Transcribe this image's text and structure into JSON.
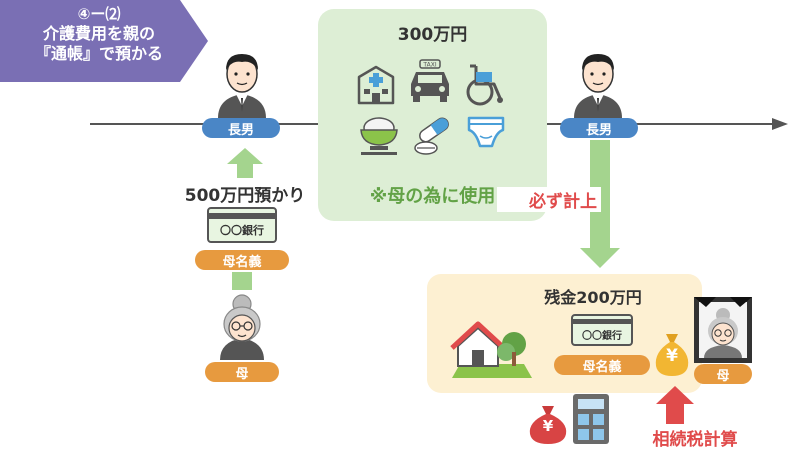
{
  "ribbon": {
    "line1": "④ー⑵",
    "line2": "介護費用を親の",
    "line3": "『通帳』で預かる"
  },
  "left": {
    "son_label": "長男",
    "deposit_text": "500万円預かり",
    "passbook_bank": "〇〇銀行",
    "account_label": "母名義",
    "mother_label": "母"
  },
  "center": {
    "amount": "300万円",
    "taxi_sign": "TAXI",
    "usage_text": "※母の為に使用"
  },
  "right": {
    "son_label": "長男",
    "must_record": "必ず計上",
    "remaining": "残金200万円",
    "passbook_bank": "〇〇銀行",
    "account_label": "母名義",
    "mother_label": "母",
    "yen_symbol": "¥",
    "inheritance_tax": "相続税計算"
  },
  "colors": {
    "ribbon": "#7a6fb4",
    "son_tag": "#4a86c6",
    "mother_tag": "#e79a3f",
    "green_box": "#ddeed5",
    "green_text": "#62a246",
    "arrow_green": "#a4d48e",
    "red_text": "#e04b4b",
    "beige_box": "#fdf0d2"
  },
  "icons": [
    "man-icon",
    "hospital-icon",
    "taxi-icon",
    "wheelchair-icon",
    "rice-bowl-icon",
    "pills-icon",
    "diaper-icon",
    "passbook-icon",
    "grandmother-icon",
    "house-icon",
    "money-bag-icon",
    "calculator-icon",
    "memorial-portrait-icon"
  ]
}
